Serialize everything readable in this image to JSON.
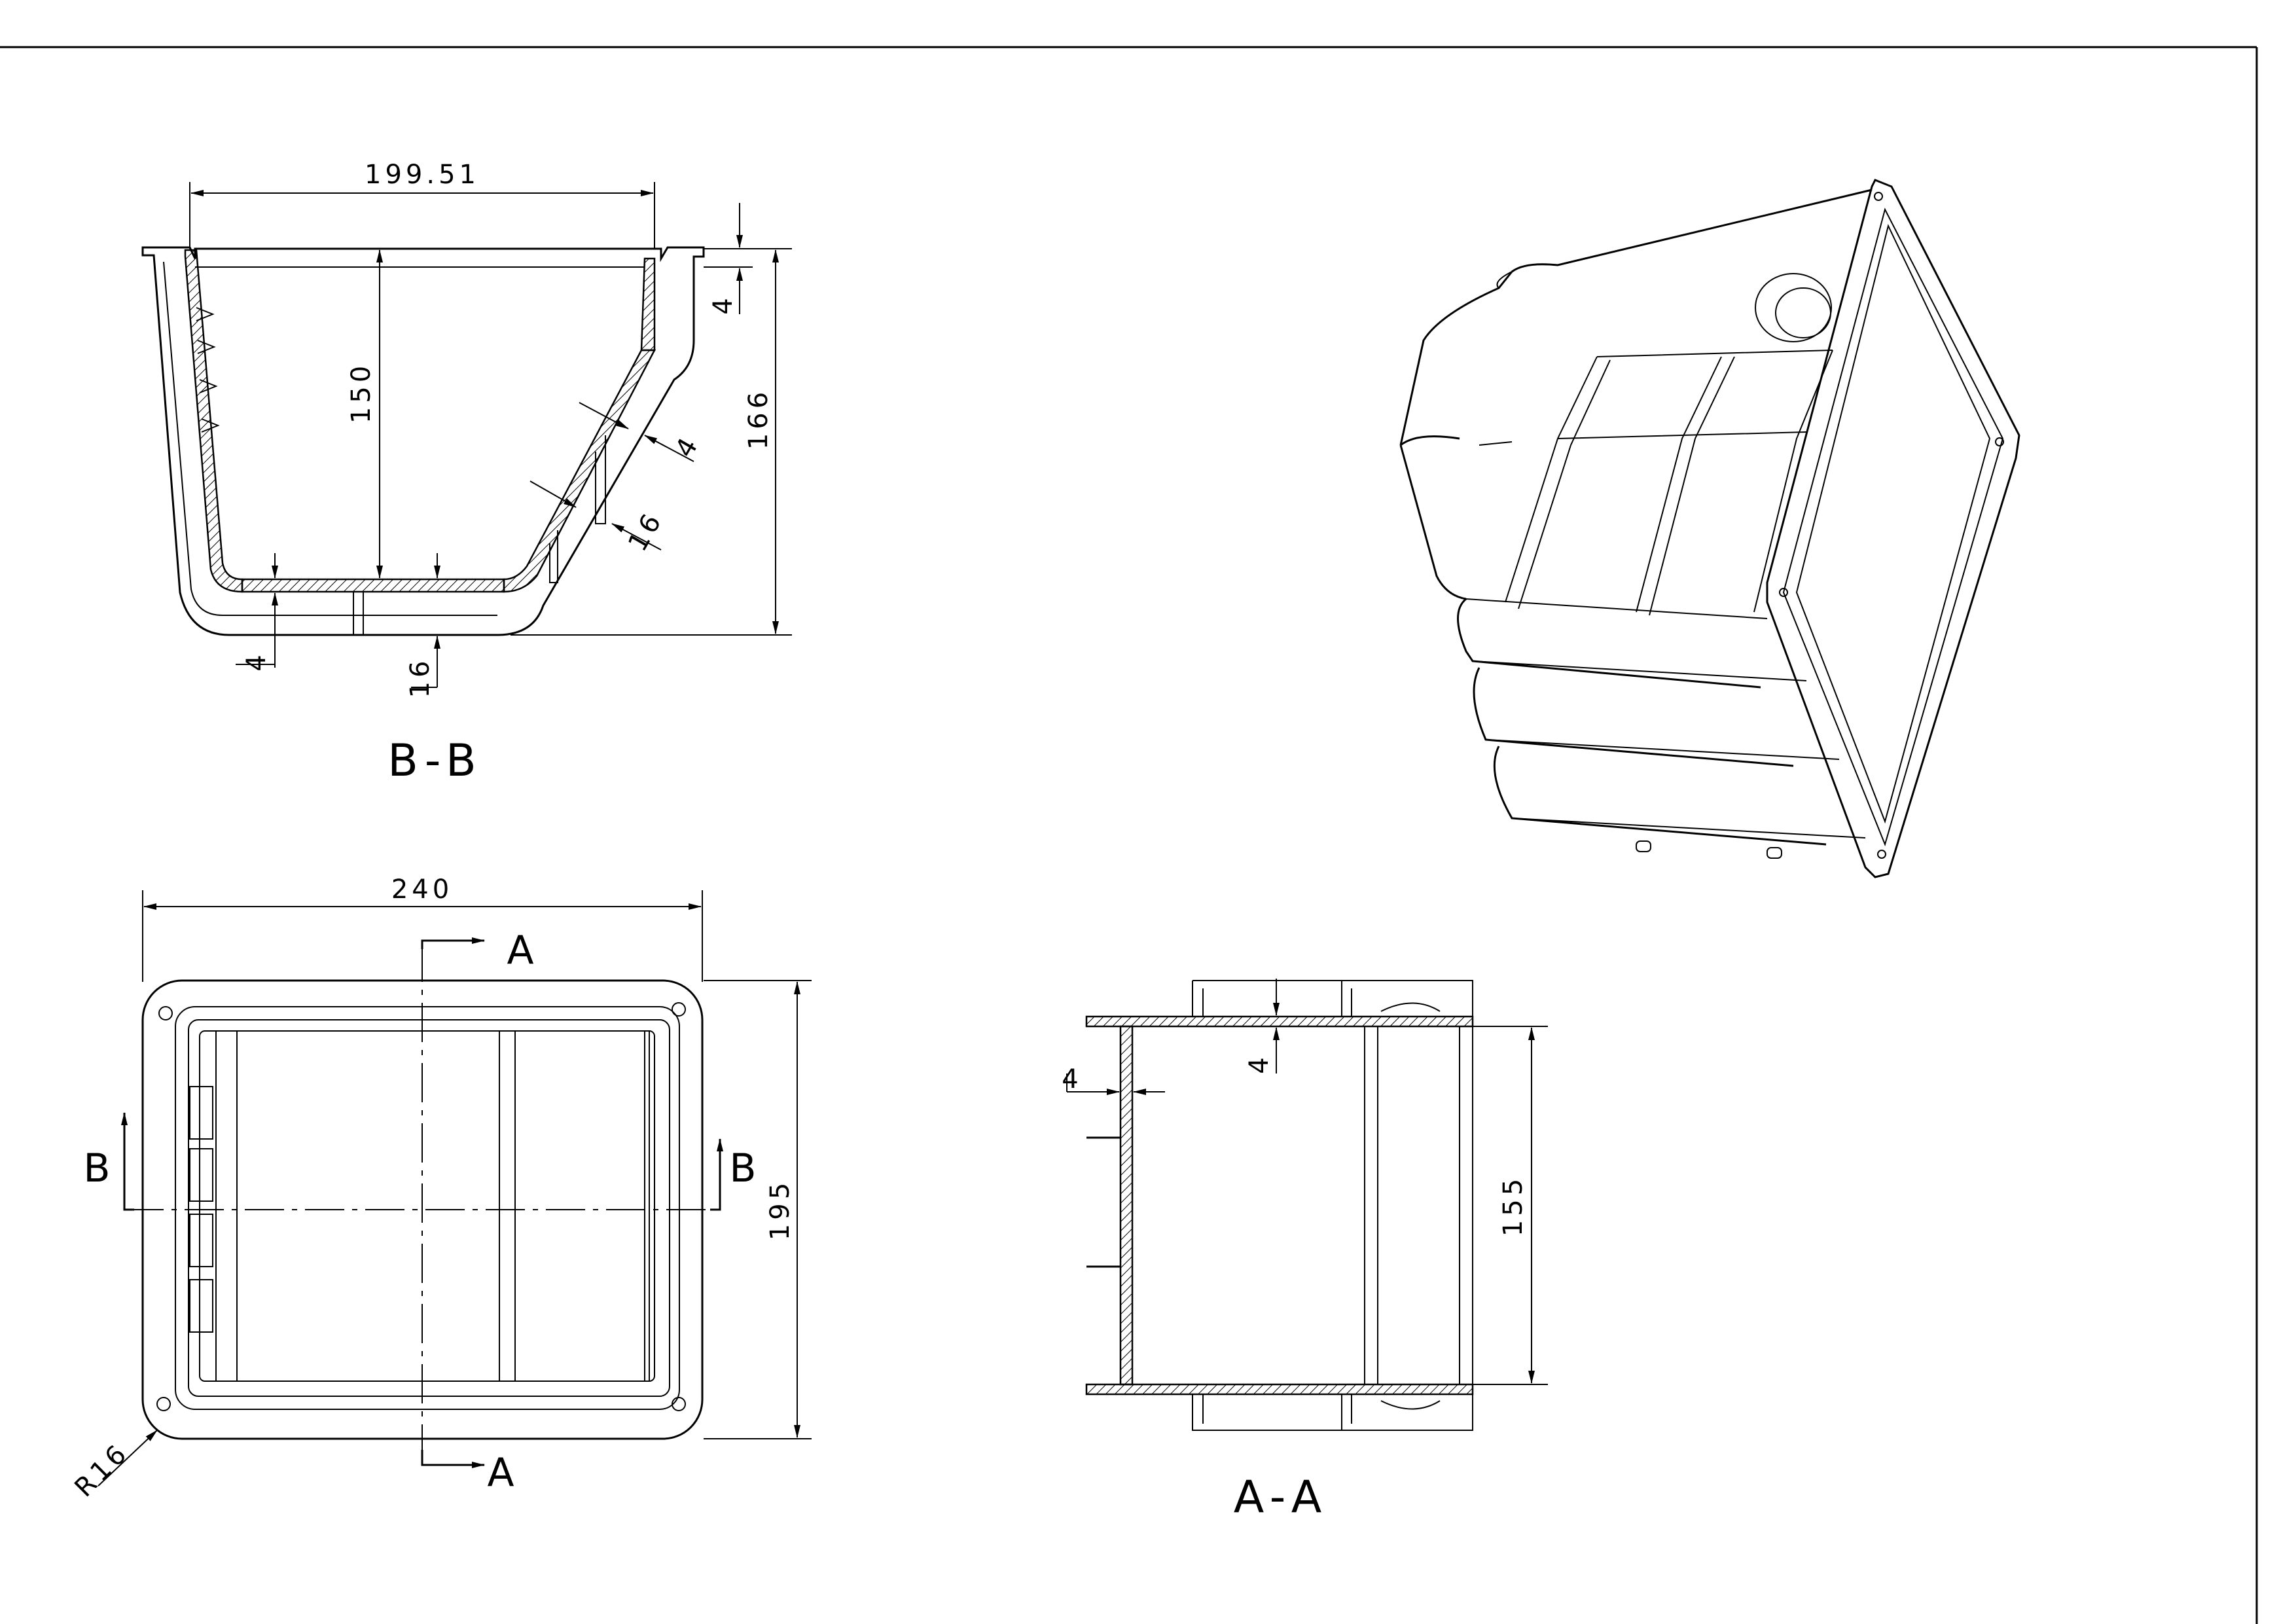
{
  "sheet": {
    "views": {
      "section_b": {
        "title": "B-B",
        "dims": {
          "top_width": "199.51",
          "inner_depth": "150",
          "overall_height": "166",
          "rim_thickness": "4",
          "wall_thickness": "4",
          "rib_height": "16",
          "bottom_wall": "4",
          "bottom_rib": "16"
        }
      },
      "plan": {
        "dims": {
          "width": "240",
          "height": "195",
          "corner_radius": "R16"
        },
        "cut_a_top": "A",
        "cut_a_bottom": "A",
        "cut_b_left": "B",
        "cut_b_right": "B"
      },
      "section_a": {
        "title": "A-A",
        "dims": {
          "wall_thickness": "4",
          "rim_thickness": "4",
          "inner_height": "155"
        }
      }
    }
  }
}
